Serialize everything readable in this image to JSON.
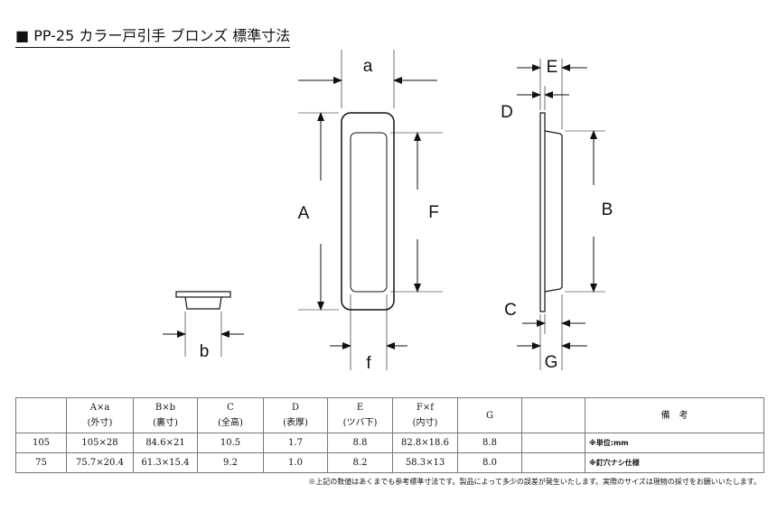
{
  "title": "■ PP-25 カラー戸引手 ブロンズ 標準寸法",
  "labels": {
    "a": "a",
    "A": "A",
    "F": "F",
    "f": "f",
    "E": "E",
    "D": "D",
    "B": "B",
    "C": "C",
    "G": "G",
    "b": "b"
  },
  "table": {
    "headers": [
      [
        "",
        ""
      ],
      [
        "A×a",
        "(外寸)"
      ],
      [
        "B×b",
        "(裏寸)"
      ],
      [
        "C",
        "(全高)"
      ],
      [
        "D",
        "(表厚)"
      ],
      [
        "E",
        "(ツバ下)"
      ],
      [
        "F×f",
        "(内寸)"
      ],
      [
        "G",
        ""
      ],
      [
        "",
        ""
      ],
      [
        "備　考",
        ""
      ]
    ],
    "rows": [
      [
        "105",
        "105×28",
        "84.6×21",
        "10.5",
        "1.7",
        "8.8",
        "82.8×18.6",
        "8.8",
        "",
        "※単位:mm"
      ],
      [
        "75",
        "75.7×20.4",
        "61.3×15.4",
        "9.2",
        "1.0",
        "8.2",
        "58.3×13",
        "8.0",
        "",
        "※釘穴ナシ仕様"
      ]
    ]
  },
  "footnote": "※上記の数値はあくまでも参考標準寸法です。製品によって多少の誤差が発生いたします。実際のサイズは現物の採寸をお願いいたします。"
}
